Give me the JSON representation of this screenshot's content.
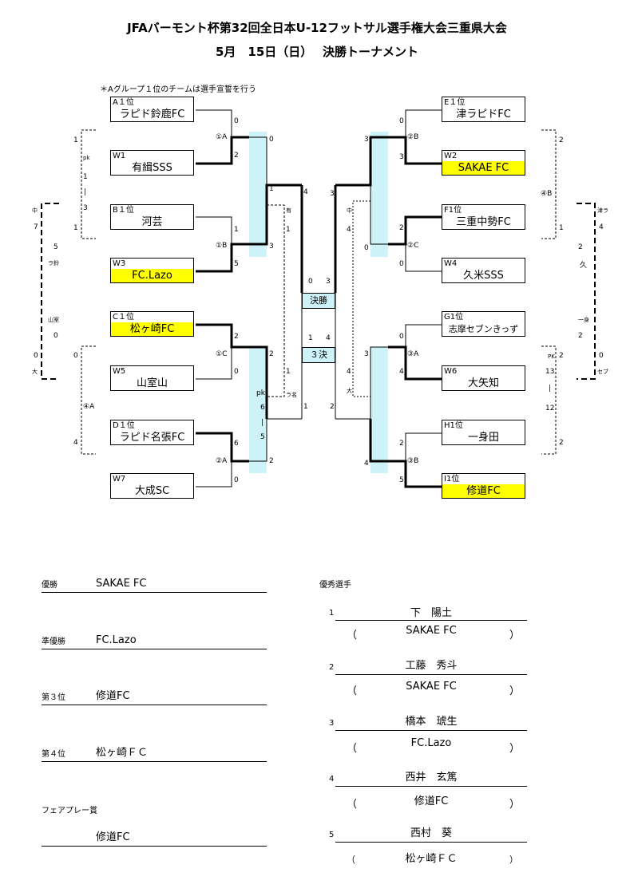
{
  "header": {
    "title": "JFAバーモント杯第32回全日本U-12フットサル選手権大会三重県大会",
    "subtitle": "5月　15日（日）　 決勝トーナメント",
    "note": "＊Aグループ１位のチームは選手宣誓を行う"
  },
  "left_boxes": [
    {
      "seed": "A１位",
      "team": "ラピド鈴鹿FC",
      "highlight": false
    },
    {
      "seed": "W1",
      "team": "有緝SSS",
      "highlight": false
    },
    {
      "seed": "B１位",
      "team": "河芸",
      "highlight": false
    },
    {
      "seed": "W3",
      "team": "FC.Lazo",
      "highlight": true
    },
    {
      "seed": "C１位",
      "team": "松ヶ崎FC",
      "highlight": true
    },
    {
      "seed": "W5",
      "team": "山室山",
      "highlight": false
    },
    {
      "seed": "D１位",
      "team": "ラピド名張FC",
      "highlight": false
    },
    {
      "seed": "W7",
      "team": "大成SC",
      "highlight": false
    }
  ],
  "right_boxes": [
    {
      "seed": "E１位",
      "team": "津ラピドFC",
      "highlight": false
    },
    {
      "seed": "W2",
      "team": "SAKAE FC",
      "highlight": true
    },
    {
      "seed": "F1位",
      "team": "三重中勢FC",
      "highlight": false
    },
    {
      "seed": "W4",
      "team": "久米SSS",
      "highlight": false
    },
    {
      "seed": "G1位",
      "team": "志摩セブンきっず",
      "highlight": false
    },
    {
      "seed": "W6",
      "team": "大矢知",
      "highlight": false
    },
    {
      "seed": "H1位",
      "team": "一身田",
      "highlight": false
    },
    {
      "seed": "I1位",
      "team": "修道FC",
      "highlight": true
    }
  ],
  "match_labels": {
    "l1": "①A",
    "l2": "①B",
    "l3": "①C",
    "l4": "②A",
    "r1": "②B",
    "r2": "②C",
    "r3": "③A",
    "r4": "③B",
    "l_side": "④A",
    "r_side": "④B"
  },
  "center_labels": {
    "final": "決勝",
    "third": "３決"
  },
  "scores": {
    "l1a": "0",
    "l1b": "2",
    "l2a": "1",
    "l2b": "5",
    "l3a": "2",
    "l3b": "0",
    "l4a": "6",
    "l4b": "0",
    "lq1a": "0",
    "lq1b": "3",
    "lq2a": "2",
    "lq2b": "2",
    "pk": "pk",
    "pk6": "6",
    "pkdash": "|",
    "pk5": "5",
    "ls1": "4",
    "ls2": "1",
    "lsa": "有",
    "lsb": "1",
    "lsc": "1",
    "lsd": "ラ名",
    "lse": "1",
    "r1a": "0",
    "r1b": "3",
    "r2a": "2",
    "r2b": "0",
    "r3a": "0",
    "r3b": "4",
    "r4a": "2",
    "r4b": "5",
    "rq1a": "3",
    "rq1b": "0",
    "rq2a": "3",
    "rq2b": "4",
    "rs1": "3",
    "rs2": "2",
    "rsa": "中",
    "rsb": "4",
    "rsc": "4",
    "rsd": "大",
    "fin_l": "0",
    "fin_r": "3",
    "thr_l": "1",
    "thr_r": "4",
    "farl1": "1",
    "farl2": "pk",
    "farl3": "1",
    "farl4": "|",
    "farl5": "3",
    "farl6": "1",
    "farl7": "0",
    "farl8": "4",
    "outl1": "7",
    "outl2": "5",
    "outl3": "ラ鈴",
    "outl4": "山室",
    "outl5": "0",
    "outl6": "0",
    "outl7": "大",
    "outl_top": "中",
    "farr1": "2",
    "farr2": "1",
    "farr3": "PK",
    "farr4": "2",
    "farr5": "13",
    "farr6": "|",
    "farr7": "12",
    "farr8": "2",
    "outr1": "津ラ",
    "outr2": "4",
    "outr3": "2",
    "outr4": "久",
    "outr5": "一身",
    "outr6": "2",
    "outr7": "0",
    "outr8": "セブ"
  },
  "results": [
    {
      "label": "優勝",
      "value": "SAKAE FC"
    },
    {
      "label": "準優勝",
      "value": "FC.Lazo"
    },
    {
      "label": "第３位",
      "value": "修道FC"
    },
    {
      "label": "第４位",
      "value": "松ヶ崎ＦＣ"
    },
    {
      "label": "フェアプレー賞",
      "value": "修道FC"
    }
  ],
  "mvp": {
    "heading": "優秀選手",
    "open_paren": "（",
    "close_paren": "）",
    "players": [
      {
        "no": "1",
        "name": "下　陽土",
        "team": "SAKAE FC"
      },
      {
        "no": "2",
        "name": "工藤　秀斗",
        "team": "SAKAE FC"
      },
      {
        "no": "3",
        "name": "橋本　琥生",
        "team": "FC.Lazo"
      },
      {
        "no": "4",
        "name": "西井　玄篤",
        "team": "修道FC"
      },
      {
        "no": "5",
        "name": "西村　葵",
        "team": "松ヶ崎ＦＣ"
      }
    ]
  },
  "colors": {
    "highlight": "#ffff00",
    "center_band": "#cdf3f9"
  }
}
